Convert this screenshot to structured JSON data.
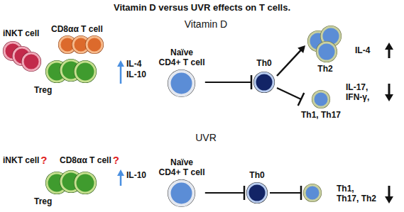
{
  "diagram": {
    "title": "Vitamin D versus UVR effects on T cells.",
    "nodes": [
      {
        "text": [
          "iNKT cell"
        ]
      },
      {
        "text": [
          "CD8αα T cell"
        ]
      },
      {
        "text": [
          "Treg"
        ]
      },
      {
        "text": [
          "Naïve CD4+ T cell"
        ]
      },
      {
        "text": [
          "Th0"
        ]
      },
      {
        "text": [
          "Th2"
        ]
      },
      {
        "text": [
          "Th1, Th17"
        ]
      },
      {
        "text": [
          "iNKT cell",
          "?"
        ]
      },
      {
        "text": [
          "CD8αα T cell",
          "?"
        ]
      },
      {
        "text": [
          "Treg"
        ]
      },
      {
        "text": [
          "Naïve CD4+ T cell"
        ]
      },
      {
        "text": [
          "Th0"
        ]
      },
      {
        "text": [
          "Th1, Th17, Th2"
        ]
      }
    ],
    "edges": [
      {
        "from": 3,
        "to": 4,
        "arrow": "to"
      },
      {
        "from": 4,
        "to": 5,
        "arrow": "to"
      },
      {
        "from": 4,
        "to": 6,
        "arrow": "to"
      },
      {
        "from": 10,
        "to": 11,
        "arrow": "to"
      },
      {
        "from": 11,
        "to": 12,
        "arrow": "to"
      }
    ],
    "labels": [
      "Vitamin D",
      "IL-4",
      "IL-10",
      "IL-4",
      "IL-17, IFN-γ,",
      "UVR",
      "IL-10"
    ]
  }
}
